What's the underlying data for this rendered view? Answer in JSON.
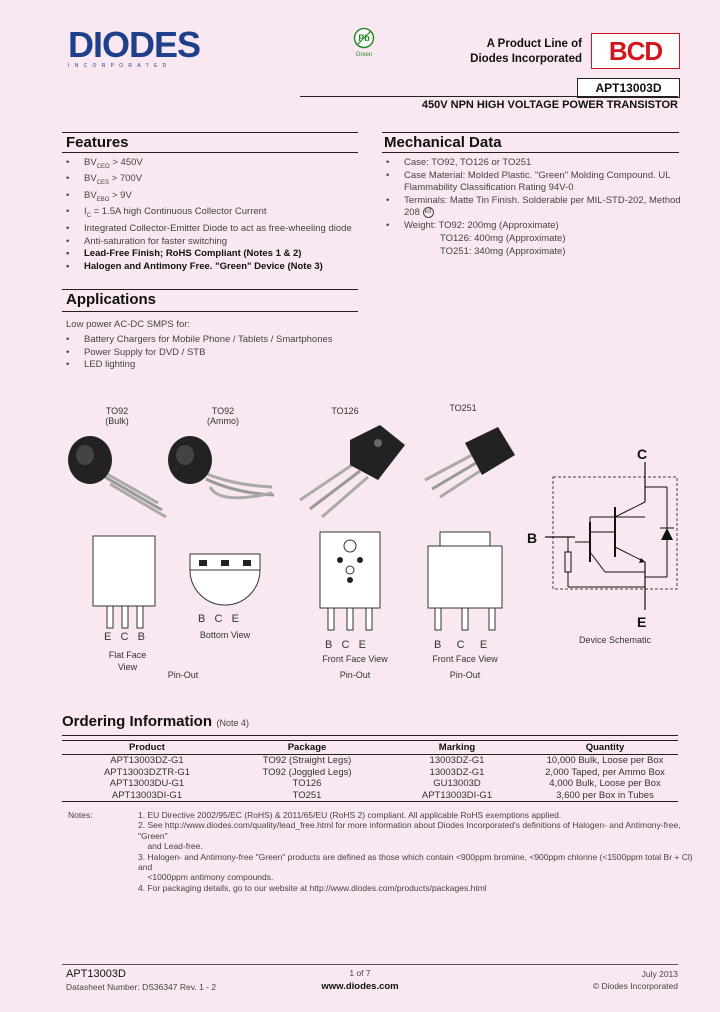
{
  "header": {
    "logo_text": "DIODES",
    "logo_sub": "INCORPORATED",
    "green_badge": "Green",
    "green_symbol": "Pb",
    "product_line_1": "A Product Line of",
    "product_line_2": "Diodes Incorporated",
    "bcd_logo": "BCD",
    "part_number": "APT13003D",
    "subtitle": "450V NPN HIGH VOLTAGE POWER TRANSISTOR"
  },
  "features": {
    "title": "Features",
    "items": [
      {
        "prefix": "BV",
        "sub": "CEO",
        "text": " > 450V"
      },
      {
        "prefix": "BV",
        "sub": "CES",
        "text": " > 700V"
      },
      {
        "prefix": "BV",
        "sub": "EBO",
        "text": " > 9V"
      },
      {
        "prefix": "I",
        "sub": "C",
        "text": " = 1.5A high Continuous Collector Current"
      },
      {
        "text": "Integrated Collector-Emitter Diode to act as free-wheeling diode"
      },
      {
        "text": "Anti-saturation for faster switching"
      },
      {
        "text": "Lead-Free Finish; RoHS Compliant (Notes 1 & 2)",
        "bold": true
      },
      {
        "text": "Halogen and Antimony Free. \"Green\" Device (Note 3)",
        "bold": true
      }
    ]
  },
  "mechanical": {
    "title": "Mechanical Data",
    "items": [
      "Case: TO92, TO126 or TO251",
      "Case Material: Molded Plastic. \"Green\" Molding Compound. UL Flammability Classification Rating 94V-0",
      "Terminals: Matte Tin Finish. Solderable per MIL-STD-202, Method 208",
      "Weight: TO92:   200mg (Approximate)"
    ],
    "weight_lines": [
      "TO126: 400mg (Approximate)",
      "TO251: 340mg (Approximate)"
    ],
    "e3_mark": "e3"
  },
  "applications": {
    "title": "Applications",
    "intro": "Low power AC-DC SMPS for:",
    "items": [
      "Battery Chargers for Mobile Phone / Tablets / Smartphones",
      "Power Supply for DVD / STB",
      "LED lighting"
    ]
  },
  "packages": {
    "to92_bulk": "TO92",
    "to92_bulk_sub": "(Bulk)",
    "to92_ammo": "TO92",
    "to92_ammo_sub": "(Ammo)",
    "to126": "TO126",
    "to251": "TO251",
    "pin_labels_ecb": [
      "E",
      "C",
      "B"
    ],
    "pin_labels_bce": [
      "B",
      "C",
      "E"
    ],
    "flat_face_view": "Flat Face View",
    "bottom_view": "Bottom View",
    "front_face_view": "Front Face View",
    "pin_out": "Pin-Out",
    "device_schematic": "Device Schematic",
    "schematic_c": "C",
    "schematic_b": "B",
    "schematic_e": "E"
  },
  "ordering": {
    "title": "Ordering Information",
    "note_ref": "(Note 4)",
    "columns": [
      "Product",
      "Package",
      "Marking",
      "Quantity"
    ],
    "rows": [
      [
        "APT13003DZ-G1",
        "TO92 (Straight Legs)",
        "13003DZ-G1",
        "10,000 Bulk, Loose per Box"
      ],
      [
        "APT13003DZTR-G1",
        "TO92 (Joggled Legs)",
        "13003DZ-G1",
        "2,000 Taped, per Ammo Box"
      ],
      [
        "APT13003DU-G1",
        "TO126",
        "GU13003D",
        "4,000 Bulk, Loose per Box"
      ],
      [
        "APT13003DI-G1",
        "TO251",
        "APT13003DI-G1",
        "3,600 per Box in Tubes"
      ]
    ]
  },
  "notes": {
    "label": "Notes:",
    "items": [
      "1. EU Directive 2002/95/EC (RoHS) & 2011/65/EU (RoHS 2) compliant. All applicable RoHS exemptions applied.",
      "2. See http://www.diodes.com/quality/lead_free.html for more information about Diodes Incorporated's definitions of Halogen- and Antimony-free, \"Green\"",
      "    and Lead-free.",
      "3. Halogen- and Antimony-free \"Green\" products are defined as those which contain <900ppm bromine, <900ppm chlorine (<1500ppm total Br + Cl) and",
      "    <1000ppm antimony compounds.",
      "4. For packaging details, go to our website at http://www.diodes.com/products/packages.html"
    ]
  },
  "footer": {
    "part": "APT13003D",
    "datasheet": "Datasheet Number: DS36347 Rev. 1 - 2",
    "page": "1 of 7",
    "url": "www.diodes.com",
    "date": "July 2013",
    "copyright": "© Diodes Incorporated"
  },
  "colors": {
    "background": "#f9e8f2",
    "diodes_blue": "#1e3f8a",
    "bcd_red": "#d2141c",
    "green": "#2a8a2a"
  }
}
